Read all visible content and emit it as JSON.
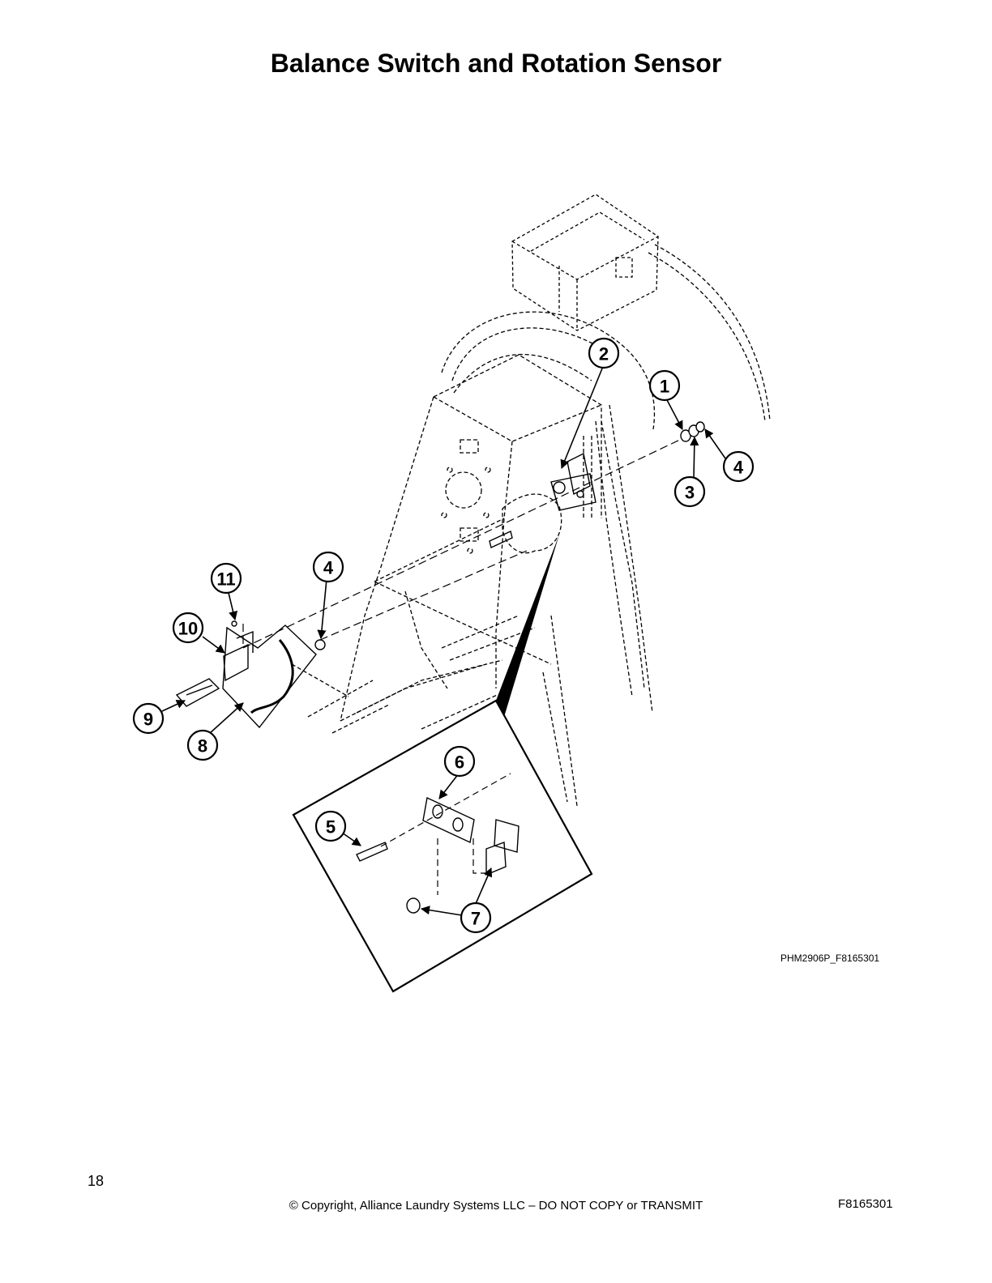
{
  "title": "Balance Switch and Rotation Sensor",
  "callouts": [
    "1",
    "2",
    "3",
    "4",
    "4",
    "5",
    "6",
    "7",
    "8",
    "9",
    "10",
    "11"
  ],
  "drawing_code": "PHM2906P_F8165301",
  "footer": {
    "page_number": "18",
    "copyright": "© Copyright, Alliance Laundry Systems LLC – DO NOT COPY or TRANSMIT",
    "document_number": "F8165301"
  }
}
